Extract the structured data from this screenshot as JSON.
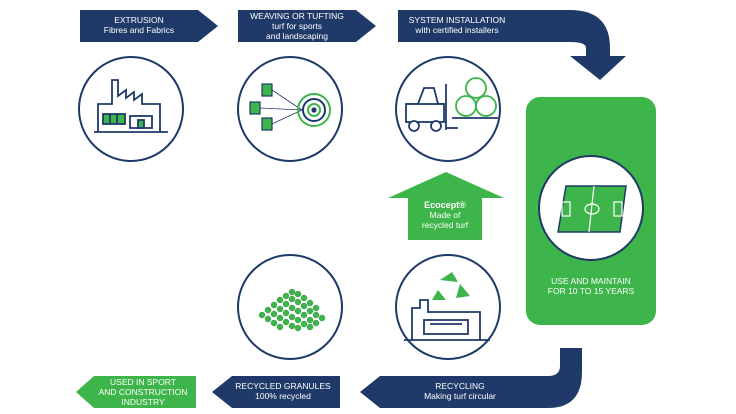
{
  "steps": {
    "extrusion": {
      "title": "EXTRUSION",
      "subtitle": "Fibres and Fabrics"
    },
    "weaving": {
      "title": "WEAVING OR TUFTING",
      "line2": "turf for sports",
      "line3": "and landscaping"
    },
    "installation": {
      "title": "SYSTEM INSTALLATION",
      "subtitle": "with certified installers"
    },
    "maintain": {
      "line1": "USE AND MAINTAIN",
      "line2": "FOR 10 TO 15 YEARS"
    },
    "ecocept": {
      "title": "Ecocept®",
      "line2": "Made of",
      "line3": "recycled turf"
    },
    "recycling": {
      "title": "RECYCLING",
      "subtitle": "Making turf circular"
    },
    "granules": {
      "title": "RECYCLED GRANULES",
      "subtitle": "100% recycled"
    },
    "used": {
      "line1": "USED IN SPORT",
      "line2": "AND CONSTRUCTION",
      "line3": "INDUSTRY"
    }
  },
  "icons": {
    "factory": "factory-icon",
    "spools": "yarn-spools-icon",
    "forklift": "forklift-icon",
    "field": "football-pitch-icon",
    "recycle": "recycling-plant-icon",
    "granules": "granules-icon"
  },
  "colors": {
    "navy": "#1f3a68",
    "green": "#3db54a",
    "white": "#ffffff"
  }
}
